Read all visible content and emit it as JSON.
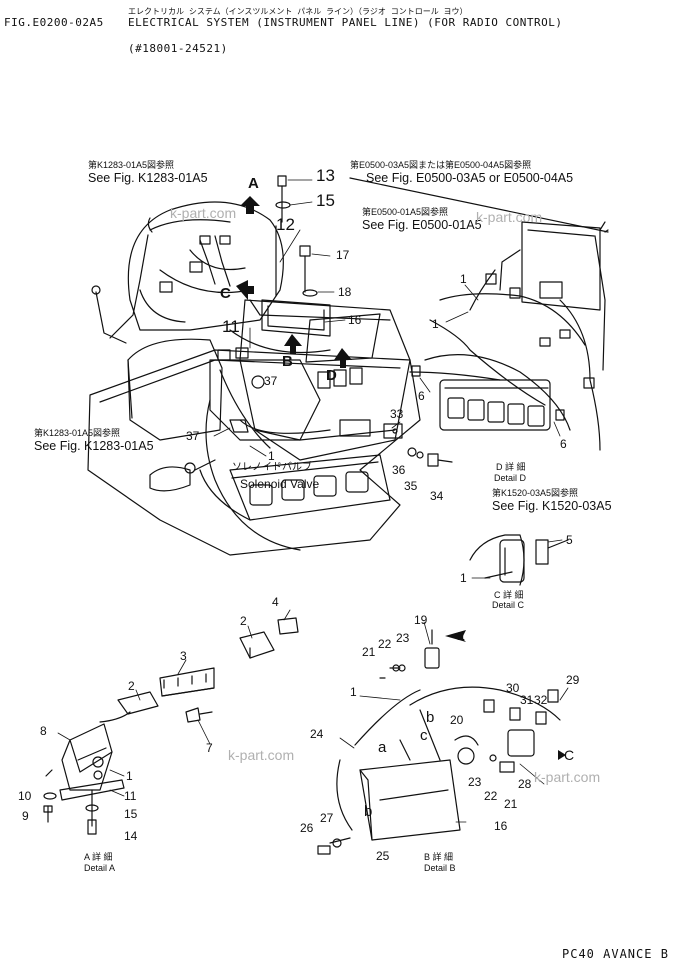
{
  "header": {
    "fig_id": "FIG.E0200-02A5",
    "title_jp": "エレクトリカル システム（インスツルメント パネル ライン）（ラジオ コントロール ヨウ）",
    "title_en": "ELECTRICAL SYSTEM (INSTRUMENT PANEL LINE) (FOR RADIO CONTROL)",
    "serial": "(#18001-24521)"
  },
  "references": {
    "k1283_top": {
      "jp": "第K1283-01A5図参照",
      "en": "See Fig. K1283-01A5"
    },
    "e0500_34": {
      "jp": "第E0500-03A5図または第E0500-04A5図参照",
      "en": "See Fig. E0500-03A5 or E0500-04A5"
    },
    "e0500_01": {
      "jp": "第E0500-01A5図参照",
      "en": "See Fig. E0500-01A5"
    },
    "k1283_left": {
      "jp": "第K1283-01A5図参照",
      "en": "See Fig. K1283-01A5"
    },
    "k1520": {
      "jp": "第K1520-03A5図参照",
      "en": "See Fig. K1520-03A5"
    }
  },
  "labels": {
    "solenoid_jp": "ソレノイドバルブ",
    "solenoid_en": "Solenoid Valve"
  },
  "details": {
    "a_jp": "A 詳 細",
    "a_en": "Detail A",
    "b_jp": "B 詳 細",
    "b_en": "Detail B",
    "c_jp": "C 詳 細",
    "c_en": "Detail C",
    "d_jp": "D 詳 細",
    "d_en": "Detail D"
  },
  "arrows": {
    "A": "A",
    "B": "B",
    "C": "C",
    "D": "D",
    "a": "a",
    "b": "b",
    "c": "c"
  },
  "part_numbers": {
    "p13": "13",
    "p15_top": "15",
    "p12": "12",
    "p17": "17",
    "p18": "18",
    "p16_main": "16",
    "p11_main": "11",
    "p37a": "37",
    "p37b": "37",
    "p1_main_a": "1",
    "p1_main_b": "1",
    "p1_top": "1",
    "p6a": "6",
    "p6b": "6",
    "p33": "33",
    "p36": "36",
    "p35": "35",
    "p34": "34",
    "p5": "5",
    "p1_c": "1",
    "p4": "4",
    "p2_a": "2",
    "p3": "3",
    "p2_b": "2",
    "p7": "7",
    "p8": "8",
    "p10": "10",
    "p9": "9",
    "p1_a": "1",
    "p11_a": "11",
    "p15_a": "15",
    "p14": "14",
    "p19": "19",
    "p21_b_top": "21",
    "p22_b_top": "22",
    "p23_b_top": "23",
    "p1_b": "1",
    "p24": "24",
    "p30": "30",
    "p31": "31",
    "p32": "32",
    "p29": "29",
    "p20": "20",
    "p28": "28",
    "p23_b": "23",
    "p22_b": "22",
    "p21_b": "21",
    "p16_b": "16",
    "p26": "26",
    "p27": "27",
    "p25": "25"
  },
  "footer": {
    "model": "PC40 AVANCE B"
  },
  "watermark": "k-part.com"
}
